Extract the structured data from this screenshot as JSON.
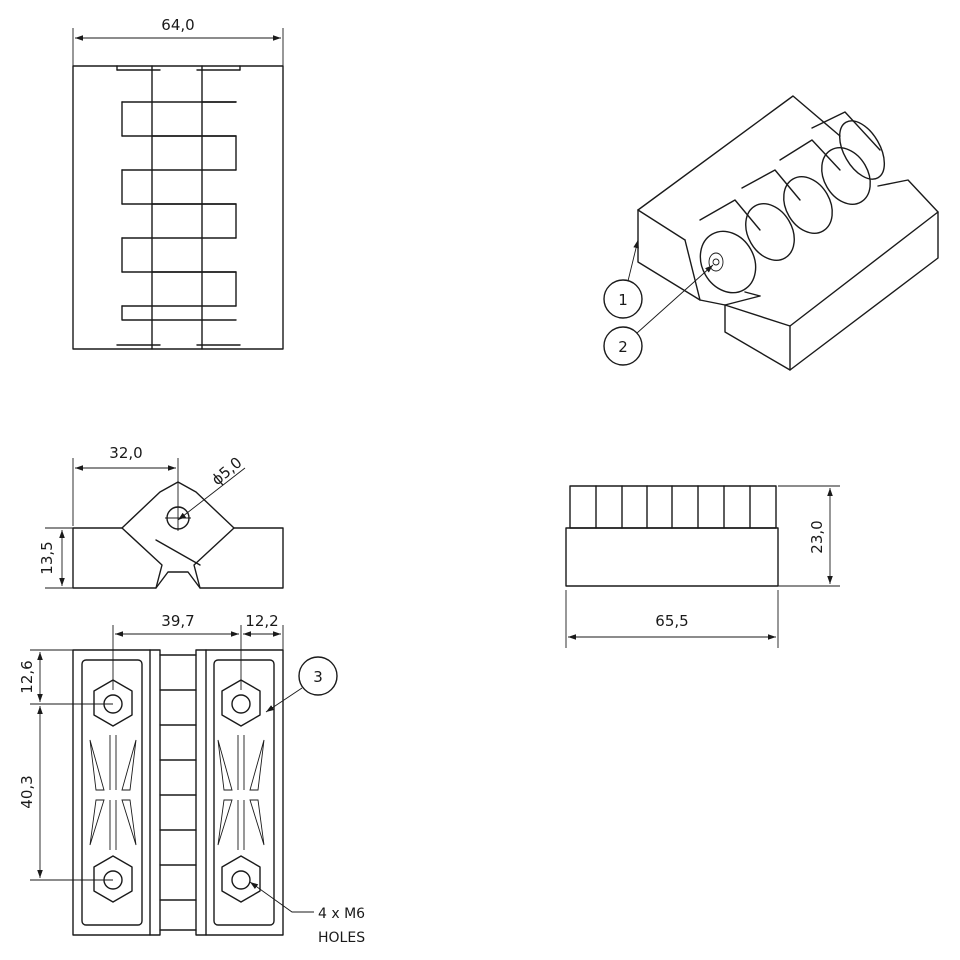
{
  "views": {
    "top": {
      "width_dim": "64,0"
    },
    "side": {
      "width_dim": "32,0",
      "hole_dim": "ϕ5,0",
      "height_dim": "13,5"
    },
    "bottom": {
      "hole_spacing_x": "39,7",
      "edge_offset_x": "12,2",
      "edge_offset_y": "12,6",
      "hole_spacing_y": "40,3"
    },
    "front": {
      "height_dim": "23,0",
      "width_dim": "65,5"
    }
  },
  "balloons": [
    {
      "number": "1"
    },
    {
      "number": "2"
    },
    {
      "number": "3"
    }
  ],
  "notes": {
    "holes_line1": "4 x M6",
    "holes_line2": "HOLES"
  }
}
